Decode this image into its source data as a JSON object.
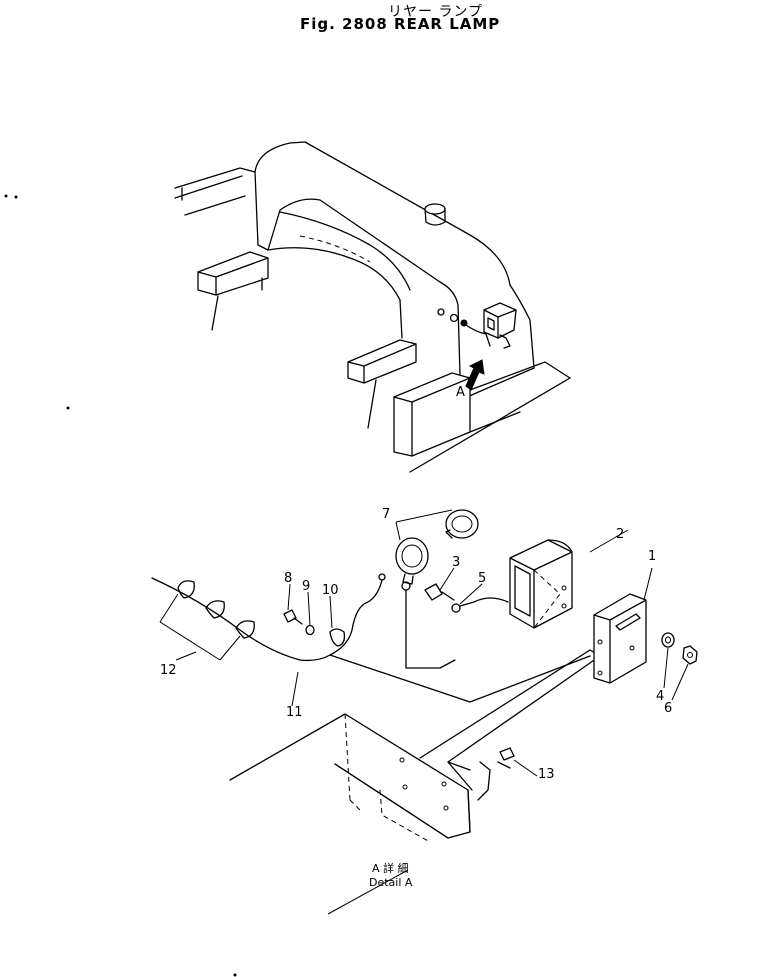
{
  "header": {
    "title_jp": "リヤー ランプ",
    "title_fig": "Fig. 2808  REAR  LAMP"
  },
  "callouts": {
    "c1": "1",
    "c2": "2",
    "c3": "3",
    "c4": "4",
    "c5": "5",
    "c6": "6",
    "c7": "7",
    "c8": "8",
    "c9": "9",
    "c10": "10",
    "c11": "11",
    "c12": "12",
    "c13": "13"
  },
  "view_marker": "A",
  "detail": {
    "label_jp": "A 詳 細",
    "label_en": "Detail A"
  }
}
